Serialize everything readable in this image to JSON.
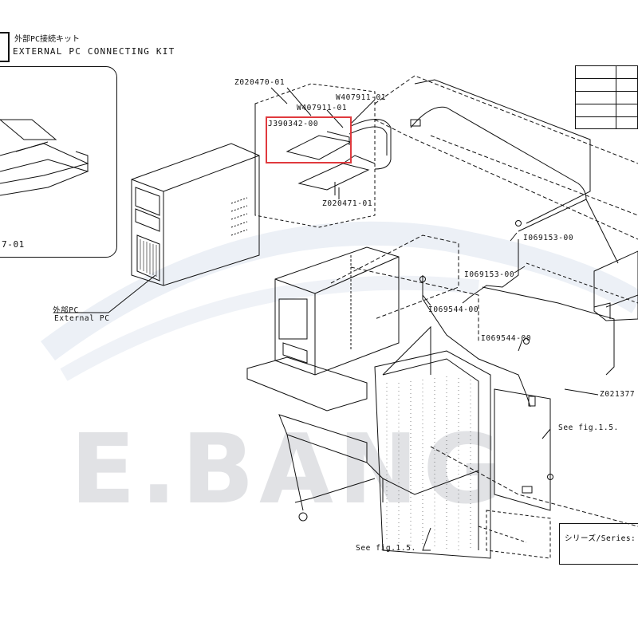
{
  "header": {
    "title_jp": "外部PC接続キット",
    "title_en": "EXTERNAL PC CONNECTING KIT"
  },
  "watermark": {
    "text": "E.BANG"
  },
  "parts": {
    "z020470": "Z020470-01",
    "w407911_a": "W407911-01",
    "w407911_b": "W407911-01",
    "j390342": "J390342-00",
    "z020471": "Z020471-01",
    "i069153_a": "I069153-00",
    "i069153_b": "I069153-00",
    "i069544_a": "I069544-00",
    "i069544_b": "I069544-00",
    "z021377": "Z021377",
    "inset_part": "7-01"
  },
  "callouts": {
    "external_pc_jp": "外部PC",
    "external_pc_en": "External PC",
    "see_fig_1": "See fig.1.5.",
    "see_fig_2": "See fig.1.5."
  },
  "series": {
    "label": "シリーズ/Series:"
  },
  "colors": {
    "highlight": "#e03a3e",
    "line": "#111111",
    "watermark": "#c9ccd1"
  }
}
